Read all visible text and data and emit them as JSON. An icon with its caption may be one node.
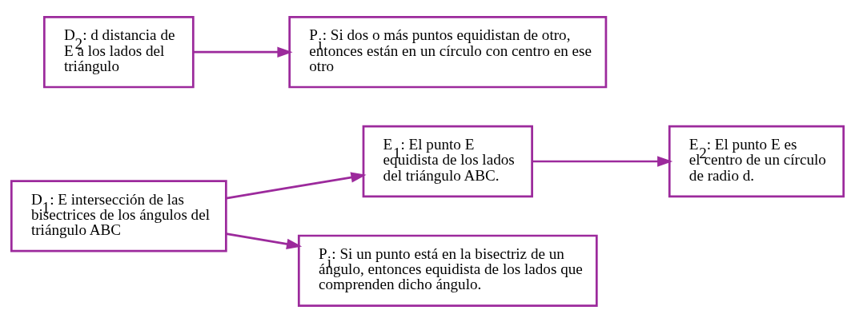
{
  "diagram": {
    "nodes": [
      {
        "text": [
          "D$_{1}$: E intersección de las bisectrices de los ángulos del triángulo ABC"
        ]
      },
      {
        "text": [
          "D$_{2}$: d distancia de E a los lados del triángulo"
        ]
      },
      {
        "text": [
          "E$_{1}$: El punto E equidista de los lados del triángulo ABC."
        ]
      },
      {
        "text": [
          "E$_{2}$: El punto E es el centro de un círculo de radio d."
        ]
      },
      {
        "text": [
          "P$_{i}$: Si un punto está en la bisectriz de un ángulo, entonces equidista de los lados que comprenden dicho ángulo."
        ]
      },
      {
        "text": [
          "P$_{i}$: Si dos o más puntos equidistan de otro, entonces están en un círculo con centro en ese otro"
        ]
      }
    ],
    "edges": [
      {
        "from": 0,
        "to": 2,
        "arrow": "to"
      },
      {
        "from": 0,
        "to": 4,
        "arrow": "to"
      },
      {
        "from": 2,
        "to": 3,
        "arrow": "to"
      },
      {
        "from": 1,
        "to": 5,
        "arrow": "to"
      }
    ]
  }
}
